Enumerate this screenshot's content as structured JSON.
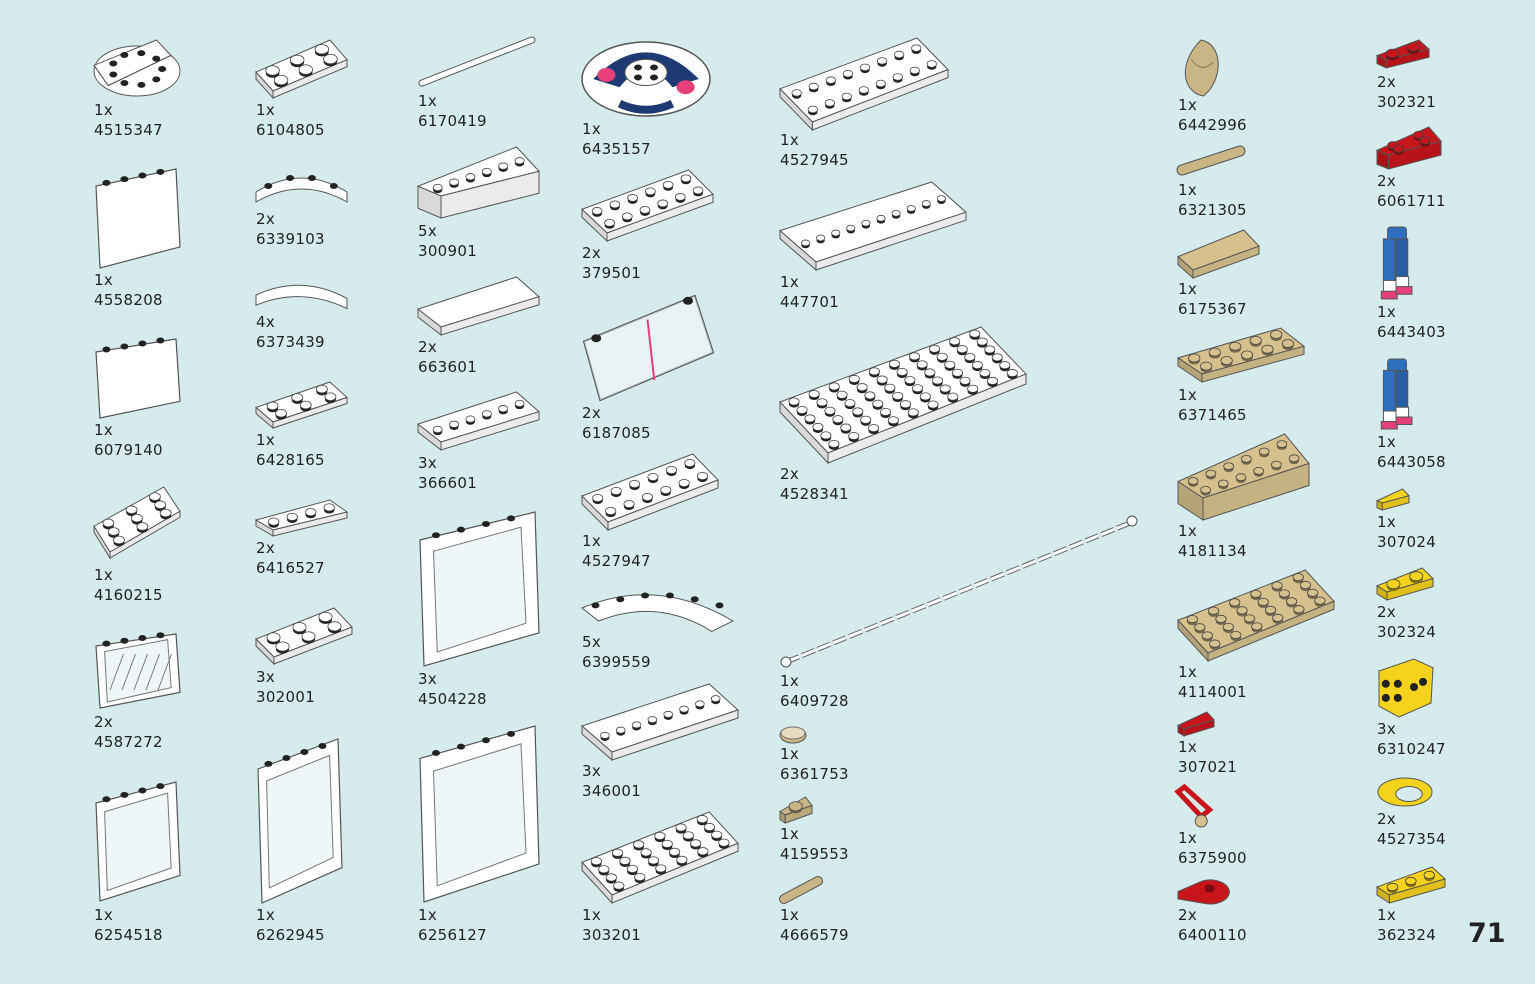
{
  "page_number": "71",
  "parts": [
    {
      "qty": "1x",
      "id": "4515347",
      "icon": "white-round-plate-icon",
      "color": "#ffffff"
    },
    {
      "qty": "1x",
      "id": "4558208",
      "icon": "white-panel-icon",
      "color": "#ffffff"
    },
    {
      "qty": "1x",
      "id": "6079140",
      "icon": "white-panel-icon",
      "color": "#ffffff"
    },
    {
      "qty": "1x",
      "id": "4160215",
      "icon": "white-wedge-plate-icon",
      "color": "#ffffff"
    },
    {
      "qty": "2x",
      "id": "4587272",
      "icon": "white-fence-lattice-icon",
      "color": "#ffffff"
    },
    {
      "qty": "1x",
      "id": "6254518",
      "icon": "white-window-frame-icon",
      "color": "#ffffff"
    },
    {
      "qty": "1x",
      "id": "6104805",
      "icon": "white-plate-2x3-icon",
      "color": "#ffffff"
    },
    {
      "qty": "2x",
      "id": "6339103",
      "icon": "white-curved-plate-icon",
      "color": "#ffffff"
    },
    {
      "qty": "4x",
      "id": "6373439",
      "icon": "white-curved-tile-icon",
      "color": "#ffffff"
    },
    {
      "qty": "1x",
      "id": "6428165",
      "icon": "white-corner-plate-icon",
      "color": "#ffffff"
    },
    {
      "qty": "2x",
      "id": "6416527",
      "icon": "white-hinge-plate-icon",
      "color": "#ffffff"
    },
    {
      "qty": "3x",
      "id": "302001",
      "icon": "white-plate-2x3-icon",
      "color": "#ffffff"
    },
    {
      "qty": "1x",
      "id": "6262945",
      "icon": "white-door-frame-icon",
      "color": "#ffffff"
    },
    {
      "qty": "1x",
      "id": "6170419",
      "icon": "white-bar-icon",
      "color": "#ffffff"
    },
    {
      "qty": "5x",
      "id": "300901",
      "icon": "white-brick-1x6-icon",
      "color": "#ffffff"
    },
    {
      "qty": "2x",
      "id": "663601",
      "icon": "white-tile-1x6-icon",
      "color": "#ffffff"
    },
    {
      "qty": "3x",
      "id": "366601",
      "icon": "white-plate-1x6-icon",
      "color": "#ffffff"
    },
    {
      "qty": "3x",
      "id": "4504228",
      "icon": "white-window-glass-icon",
      "color": "#ffffff"
    },
    {
      "qty": "1x",
      "id": "6256127",
      "icon": "white-large-frame-icon",
      "color": "#ffffff"
    },
    {
      "qty": "1x",
      "id": "6435157",
      "icon": "football-dish-icon",
      "color": "#1d3a73"
    },
    {
      "qty": "2x",
      "id": "379501",
      "icon": "white-plate-2x6-icon",
      "color": "#ffffff"
    },
    {
      "qty": "2x",
      "id": "6187085",
      "icon": "white-goal-frame-icon",
      "color": "#ffffff"
    },
    {
      "qty": "1x",
      "id": "4527947",
      "icon": "white-plate-with-holes-icon",
      "color": "#ffffff"
    },
    {
      "qty": "5x",
      "id": "6399559",
      "icon": "white-arch-plate-icon",
      "color": "#ffffff"
    },
    {
      "qty": "3x",
      "id": "346001",
      "icon": "white-plate-1x8-icon",
      "color": "#ffffff"
    },
    {
      "qty": "1x",
      "id": "303201",
      "icon": "white-plate-4x6-icon",
      "color": "#ffffff"
    },
    {
      "qty": "1x",
      "id": "4527945",
      "icon": "white-plate-2x8-icon",
      "color": "#ffffff"
    },
    {
      "qty": "1x",
      "id": "447701",
      "icon": "white-plate-1x10-icon",
      "color": "#ffffff"
    },
    {
      "qty": "2x",
      "id": "4528341",
      "icon": "white-plate-6x10-icon",
      "color": "#ffffff"
    },
    {
      "qty": "1x",
      "id": "6409728",
      "icon": "white-chain-icon",
      "color": "#ffffff"
    },
    {
      "qty": "1x",
      "id": "6361753",
      "icon": "tan-round-tile-icon",
      "color": "#e8dcc0"
    },
    {
      "qty": "1x",
      "id": "4159553",
      "icon": "tan-plate-1x1-icon",
      "color": "#c9b585"
    },
    {
      "qty": "1x",
      "id": "4666579",
      "icon": "tan-pin-icon",
      "color": "#c9b585"
    },
    {
      "qty": "1x",
      "id": "6442996",
      "icon": "tan-hair-icon",
      "color": "#c9b585"
    },
    {
      "qty": "1x",
      "id": "6321305",
      "icon": "tan-axle-pin-icon",
      "color": "#c9b585"
    },
    {
      "qty": "1x",
      "id": "6175367",
      "icon": "tan-tile-2x2-icon",
      "color": "#d6c18e"
    },
    {
      "qty": "1x",
      "id": "6371465",
      "icon": "tan-arch-plate-icon",
      "color": "#d6c18e"
    },
    {
      "qty": "1x",
      "id": "4181134",
      "icon": "tan-brick-2x6-icon",
      "color": "#d6c18e"
    },
    {
      "qty": "1x",
      "id": "4114001",
      "icon": "tan-plate-4x6-icon",
      "color": "#d6c18e"
    },
    {
      "qty": "1x",
      "id": "307021",
      "icon": "red-tile-1x1-icon",
      "color": "#c8151c"
    },
    {
      "qty": "1x",
      "id": "6375900",
      "icon": "red-medal-ribbon-icon",
      "color": "#c8151c"
    },
    {
      "qty": "2x",
      "id": "6400110",
      "icon": "red-round-plate-icon",
      "color": "#c8151c"
    },
    {
      "qty": "2x",
      "id": "302321",
      "icon": "red-plate-1x2-icon",
      "color": "#c8151c"
    },
    {
      "qty": "2x",
      "id": "6061711",
      "icon": "red-bracket-icon",
      "color": "#c8151c"
    },
    {
      "qty": "1x",
      "id": "6443403",
      "icon": "minifig-legs-icon",
      "color": "#2f6fc0"
    },
    {
      "qty": "1x",
      "id": "6443058",
      "icon": "minifig-legs-icon",
      "color": "#2f6fc0"
    },
    {
      "qty": "1x",
      "id": "307024",
      "icon": "yellow-tile-1x1-icon",
      "color": "#f5d21b"
    },
    {
      "qty": "2x",
      "id": "302324",
      "icon": "yellow-plate-1x2-icon",
      "color": "#f5d21b"
    },
    {
      "qty": "3x",
      "id": "6310247",
      "icon": "yellow-cube-icon",
      "color": "#f5d21b"
    },
    {
      "qty": "2x",
      "id": "4527354",
      "icon": "yellow-ring-icon",
      "color": "#f5d21b"
    },
    {
      "qty": "1x",
      "id": "362324",
      "icon": "yellow-plate-1x3-icon",
      "color": "#f5d21b"
    }
  ]
}
